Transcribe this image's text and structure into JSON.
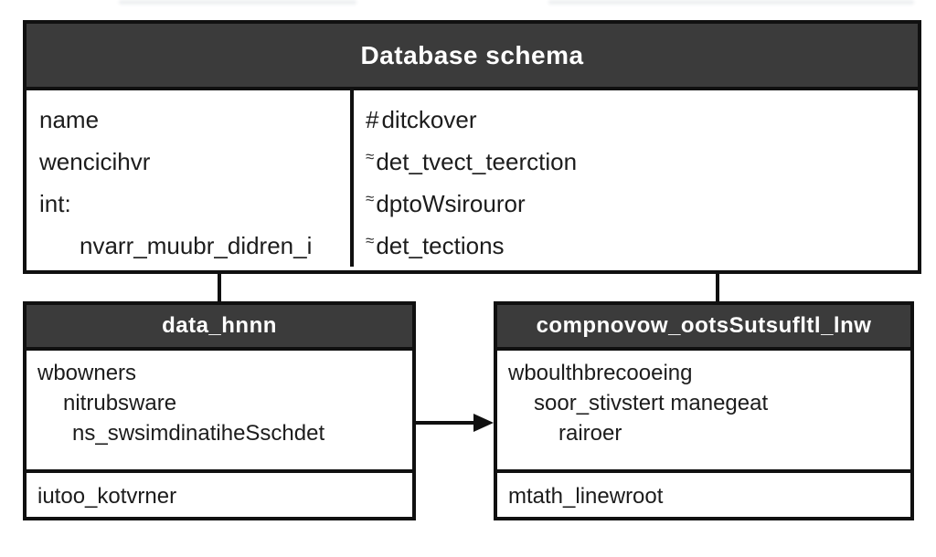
{
  "colors": {
    "header_bg": "#3b3b3b",
    "border": "#101010",
    "body_text": "#1c1c1c",
    "header_text": "#ffffff"
  },
  "tables": {
    "schema": {
      "title": "Database schema",
      "left_rows": [
        {
          "text": "name"
        },
        {
          "text": "wencicihvr"
        },
        {
          "text": "int:"
        },
        {
          "text": "nvarr_muubr_didren_i"
        }
      ],
      "right_rows": [
        {
          "prefix": "#",
          "text": "ditckover"
        },
        {
          "prefix": "≈",
          "text": "det_tvect_teerction"
        },
        {
          "prefix": "≈",
          "text": "dptoWsirouror"
        },
        {
          "prefix": "≈",
          "text": "det_tections"
        }
      ]
    },
    "left_table": {
      "title": "data_hnnn",
      "rows": [
        {
          "text": "wbowners"
        },
        {
          "text": "nitrubsware"
        },
        {
          "text": "ns_swsimdinatiheSschdet"
        }
      ],
      "footer": "iutoo_kotvrner"
    },
    "right_table": {
      "title": "compnovow_ootsSutsufltl_lnw",
      "rows": [
        {
          "text": "wboulthbrecooeing"
        },
        {
          "text": "soor_stivstert manegeat"
        },
        {
          "text": "rairoer"
        }
      ],
      "footer": "mtath_linewroot"
    }
  }
}
